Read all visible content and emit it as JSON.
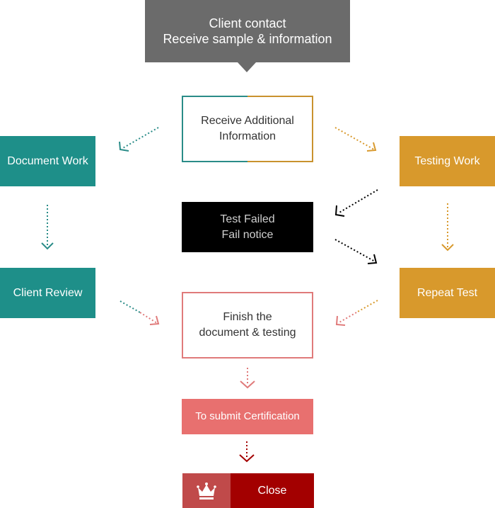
{
  "nodes": {
    "top": {
      "lines": [
        "Client contact",
        "Receive sample & information"
      ]
    },
    "receive": {
      "lines": [
        "Receive Additional",
        "Information"
      ]
    },
    "doc_work": {
      "label": "Document Work"
    },
    "client_review": {
      "label": "Client Review"
    },
    "testing_work": {
      "label": "Testing Work"
    },
    "repeat_test": {
      "label": "Repeat Test"
    },
    "test_failed": {
      "lines": [
        "Test Failed",
        "Fail notice"
      ]
    },
    "finish": {
      "lines": [
        "Finish the",
        "document & testing"
      ]
    },
    "submit": {
      "label": "To submit Certification"
    },
    "close": {
      "label": "Close"
    }
  },
  "icons": {
    "close_icon": "crown-icon"
  },
  "colors": {
    "gray": "#6b6b6b",
    "teal": "#1e8f89",
    "gold": "#d8992c",
    "black": "#000000",
    "salmon": "#e8706f",
    "dark_red": "#a30000",
    "crown_bg": "#c04a4a"
  }
}
